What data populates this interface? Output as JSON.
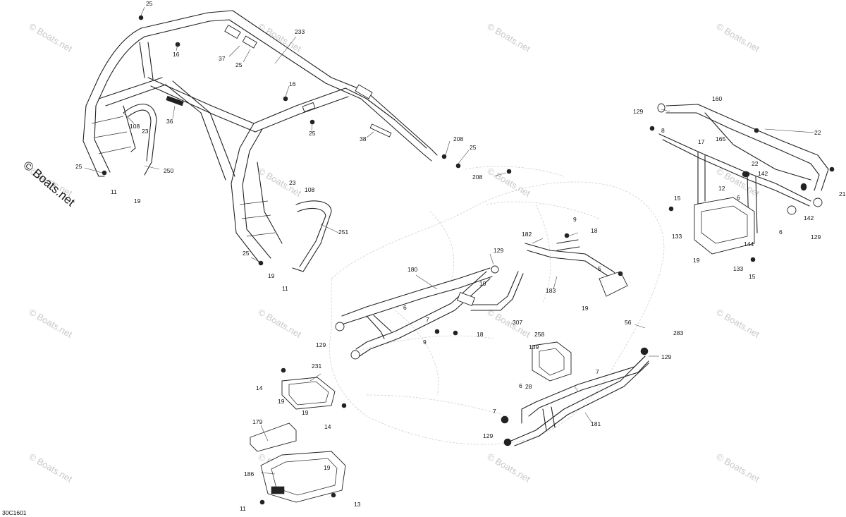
{
  "figure": {
    "ref_code": "30C1601",
    "copyright": "© Boats.net",
    "watermark_text": "© Boats.net"
  },
  "callouts": [
    {
      "id": "c1",
      "text": "25"
    },
    {
      "id": "c2",
      "text": "16"
    },
    {
      "id": "c3",
      "text": "37"
    },
    {
      "id": "c4",
      "text": "25"
    },
    {
      "id": "c5",
      "text": "233"
    },
    {
      "id": "c6",
      "text": "16"
    },
    {
      "id": "c7",
      "text": "36"
    },
    {
      "id": "c8",
      "text": "108"
    },
    {
      "id": "c9",
      "text": "23"
    },
    {
      "id": "c10",
      "text": "25"
    },
    {
      "id": "c11",
      "text": "38"
    },
    {
      "id": "c12",
      "text": "208"
    },
    {
      "id": "c13",
      "text": "25"
    },
    {
      "id": "c14",
      "text": "208"
    },
    {
      "id": "c15",
      "text": "25"
    },
    {
      "id": "c16",
      "text": "250"
    },
    {
      "id": "c17",
      "text": "11"
    },
    {
      "id": "c18",
      "text": "19"
    },
    {
      "id": "c19",
      "text": "23"
    },
    {
      "id": "c20",
      "text": "108"
    },
    {
      "id": "c21",
      "text": "251"
    },
    {
      "id": "c22",
      "text": "25"
    },
    {
      "id": "c23",
      "text": "19"
    },
    {
      "id": "c24",
      "text": "11"
    },
    {
      "id": "c25",
      "text": "129"
    },
    {
      "id": "c26",
      "text": "160"
    },
    {
      "id": "c27",
      "text": "8"
    },
    {
      "id": "c28",
      "text": "17"
    },
    {
      "id": "c29",
      "text": "165"
    },
    {
      "id": "c30",
      "text": "22"
    },
    {
      "id": "c31",
      "text": "22"
    },
    {
      "id": "c32",
      "text": "142"
    },
    {
      "id": "c33",
      "text": "12"
    },
    {
      "id": "c34",
      "text": "6"
    },
    {
      "id": "c35",
      "text": "15"
    },
    {
      "id": "c36",
      "text": "21"
    },
    {
      "id": "c37",
      "text": "142"
    },
    {
      "id": "c38",
      "text": "133"
    },
    {
      "id": "c39",
      "text": "129"
    },
    {
      "id": "c40",
      "text": "6"
    },
    {
      "id": "c41",
      "text": "144"
    },
    {
      "id": "c42",
      "text": "19"
    },
    {
      "id": "c43",
      "text": "133"
    },
    {
      "id": "c44",
      "text": "15"
    },
    {
      "id": "c45",
      "text": "182"
    },
    {
      "id": "c46",
      "text": "9"
    },
    {
      "id": "c47",
      "text": "18"
    },
    {
      "id": "c48",
      "text": "129"
    },
    {
      "id": "c49",
      "text": "180"
    },
    {
      "id": "c50",
      "text": "5"
    },
    {
      "id": "c51",
      "text": "10"
    },
    {
      "id": "c52",
      "text": "183"
    },
    {
      "id": "c53",
      "text": "6"
    },
    {
      "id": "c54",
      "text": "19"
    },
    {
      "id": "c55",
      "text": "307"
    },
    {
      "id": "c56",
      "text": "56"
    },
    {
      "id": "c57",
      "text": "7"
    },
    {
      "id": "c58",
      "text": "283"
    },
    {
      "id": "c59",
      "text": "129"
    },
    {
      "id": "c60",
      "text": "9"
    },
    {
      "id": "c61",
      "text": "18"
    },
    {
      "id": "c62",
      "text": "258"
    },
    {
      "id": "c63",
      "text": "129"
    },
    {
      "id": "c64",
      "text": "139"
    },
    {
      "id": "c65",
      "text": "231"
    },
    {
      "id": "c66",
      "text": "7"
    },
    {
      "id": "c67",
      "text": "14"
    },
    {
      "id": "c68",
      "text": "6"
    },
    {
      "id": "c69",
      "text": "28"
    },
    {
      "id": "c70",
      "text": "19"
    },
    {
      "id": "c71",
      "text": "19"
    },
    {
      "id": "c72",
      "text": "7"
    },
    {
      "id": "c73",
      "text": "14"
    },
    {
      "id": "c74",
      "text": "179"
    },
    {
      "id": "c75",
      "text": "129"
    },
    {
      "id": "c76",
      "text": "181"
    },
    {
      "id": "c77",
      "text": "19"
    },
    {
      "id": "c78",
      "text": "186"
    },
    {
      "id": "c79",
      "text": "11"
    },
    {
      "id": "c80",
      "text": "13"
    }
  ]
}
